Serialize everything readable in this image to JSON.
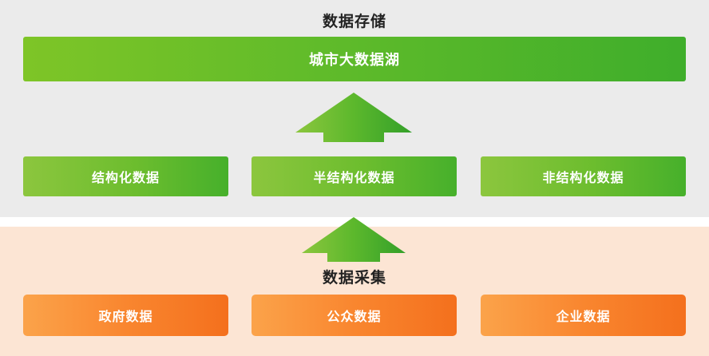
{
  "diagram": {
    "sections": [
      {
        "id": "storage",
        "title": "数据存储",
        "band_color": "#ebebeb"
      },
      {
        "id": "collect",
        "title": "数据采集",
        "band_color": "#fce5d4"
      }
    ],
    "lake_bar": {
      "label": "城市大数据湖",
      "color_start": "#7ec527",
      "color_end": "#3fae2b"
    },
    "data_type_bars": [
      {
        "label": "结构化数据"
      },
      {
        "label": "半结构化数据"
      },
      {
        "label": "非结构化数据"
      }
    ],
    "source_bars": [
      {
        "label": "政府数据"
      },
      {
        "label": "公众数据"
      },
      {
        "label": "企业数据"
      }
    ],
    "arrows": [
      {
        "name": "arrow-up-to-lake",
        "color_start": "#8cc63e",
        "color_end": "#34a02a"
      },
      {
        "name": "arrow-up-to-data-types",
        "color_start": "#8cc63e",
        "color_end": "#34a02a"
      }
    ],
    "colors": {
      "green_light": "#8cc63e",
      "green_dark": "#3fae2b",
      "orange_light": "#fba34a",
      "orange_dark": "#f4701d",
      "band_gray": "#ebebeb",
      "band_peach": "#fce5d4",
      "title_text": "#222222",
      "bar_text": "#ffffff"
    }
  }
}
